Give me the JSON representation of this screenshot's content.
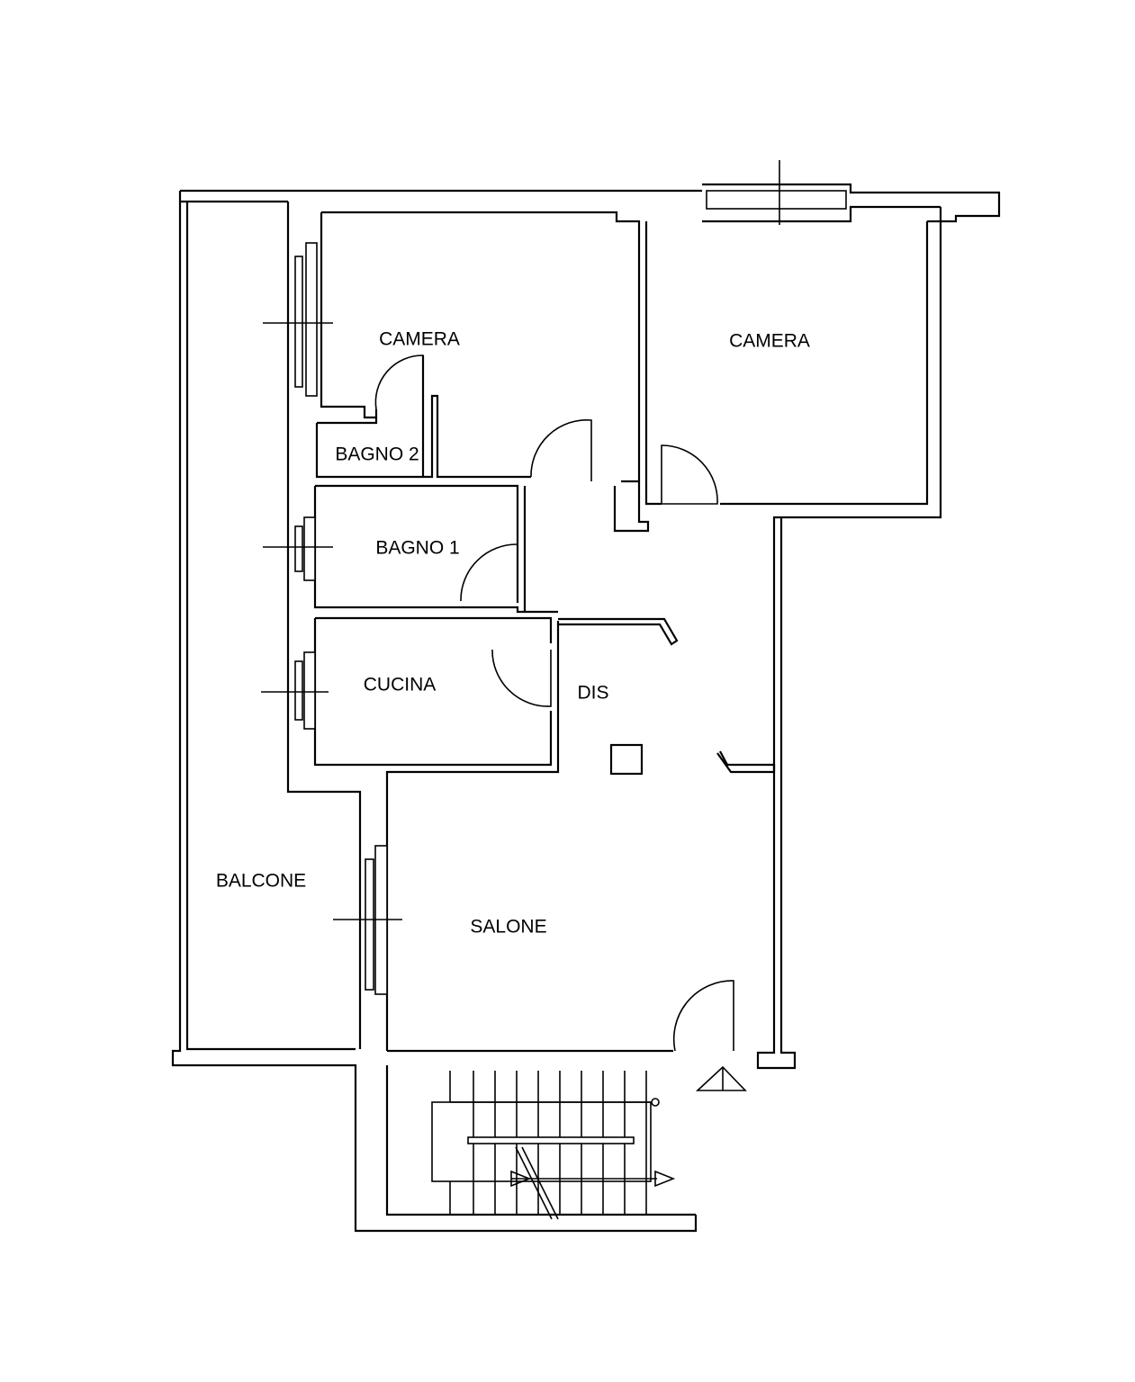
{
  "floorplan": {
    "rooms": [
      {
        "id": "camera-1",
        "label": "CAMERA"
      },
      {
        "id": "camera-2",
        "label": "CAMERA"
      },
      {
        "id": "bagno-2",
        "label": "BAGNO 2"
      },
      {
        "id": "bagno-1",
        "label": "BAGNO 1"
      },
      {
        "id": "cucina",
        "label": "CUCINA"
      },
      {
        "id": "dis",
        "label": "DIS"
      },
      {
        "id": "balcone",
        "label": "BALCONE"
      },
      {
        "id": "salone",
        "label": "SALONE"
      }
    ]
  }
}
